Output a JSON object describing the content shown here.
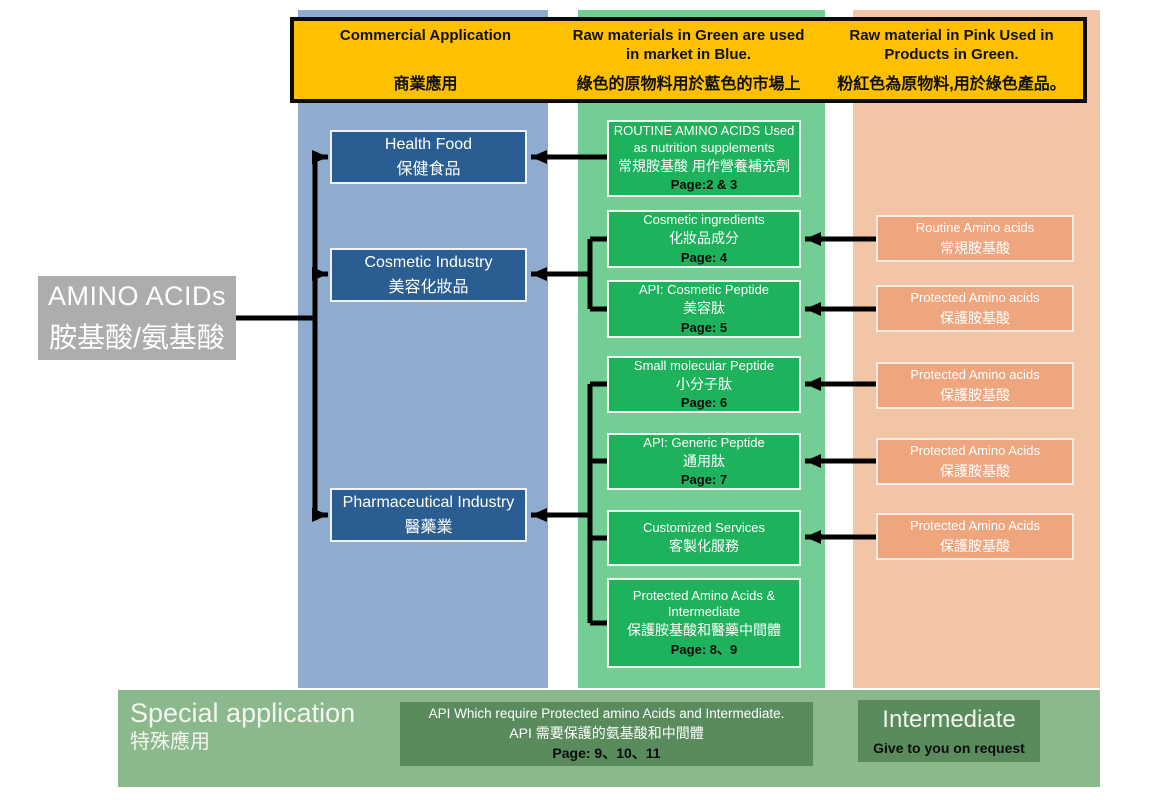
{
  "banner": {
    "col1_en": "Commercial Application",
    "col1_zh": "商業應用",
    "col2_en": "Raw materials in Green are used in market in Blue.",
    "col2_zh": "綠色的原物料用於藍色的市場上",
    "col3_en": "Raw material in Pink Used in Products in Green.",
    "col3_zh": "粉紅色為原物料,用於綠色產品。"
  },
  "root": {
    "en": "AMINO ACIDs",
    "zh": "胺基酸/氨基酸"
  },
  "blue_boxes": [
    {
      "en": "Health Food",
      "zh": "保健食品"
    },
    {
      "en": "Cosmetic Industry",
      "zh": "美容化妝品"
    },
    {
      "en": "Pharmaceutical Industry",
      "zh": "醫藥業"
    }
  ],
  "green_boxes": [
    {
      "en": "ROUTINE AMINO ACIDS Used as nutrition supplements",
      "zh": "常規胺基酸 用作營養補充劑",
      "page": "Page:2 & 3"
    },
    {
      "en": "Cosmetic ingredients",
      "zh": "化妝品成分",
      "page": "Page: 4"
    },
    {
      "en": "API: Cosmetic Peptide",
      "zh": "美容肽",
      "page": "Page: 5"
    },
    {
      "en": "Small molecular Peptide",
      "zh": "小分子肽",
      "page": "Page: 6"
    },
    {
      "en": "API: Generic Peptide",
      "zh": "通用肽",
      "page": "Page: 7"
    },
    {
      "en": "Customized Services",
      "zh": "客製化服務",
      "page": ""
    },
    {
      "en": "Protected Amino Acids & Intermediate",
      "zh": "保護胺基酸和醫藥中間體",
      "page": "Page: 8、9"
    }
  ],
  "pink_boxes": [
    {
      "en": "Routine Amino acids",
      "zh": "常規胺基酸"
    },
    {
      "en": "Protected Amino acids",
      "zh": "保護胺基酸"
    },
    {
      "en": "Protected Amino acids",
      "zh": "保護胺基酸"
    },
    {
      "en": "Protected Amino Acids",
      "zh": "保護胺基酸"
    },
    {
      "en": "Protected Amino Acids",
      "zh": "保護胺基酸"
    }
  ],
  "bottom": {
    "title_en": "Special application",
    "title_zh": "特殊應用",
    "api_en": "API Which require Protected amino Acids and Intermediate.",
    "api_zh": "API 需要保護的氨基酸和中間體",
    "api_page": "Page: 9、10、11",
    "intermediate_title": "Intermediate",
    "intermediate_sub": "Give to you on request"
  },
  "colors": {
    "banner_bg": "#FFC000",
    "col_blue": "#8FACD0",
    "blue_box": "#2A5E93",
    "col_green": "#73CE96",
    "green_box": "#1FB25C",
    "col_pink": "#F1C5A5",
    "pink_box": "#EFA57E",
    "gray_box": "#ADADAD",
    "bottom_band": "#8CB88E",
    "bottom_box": "#598B5D",
    "connector": "#000000"
  }
}
